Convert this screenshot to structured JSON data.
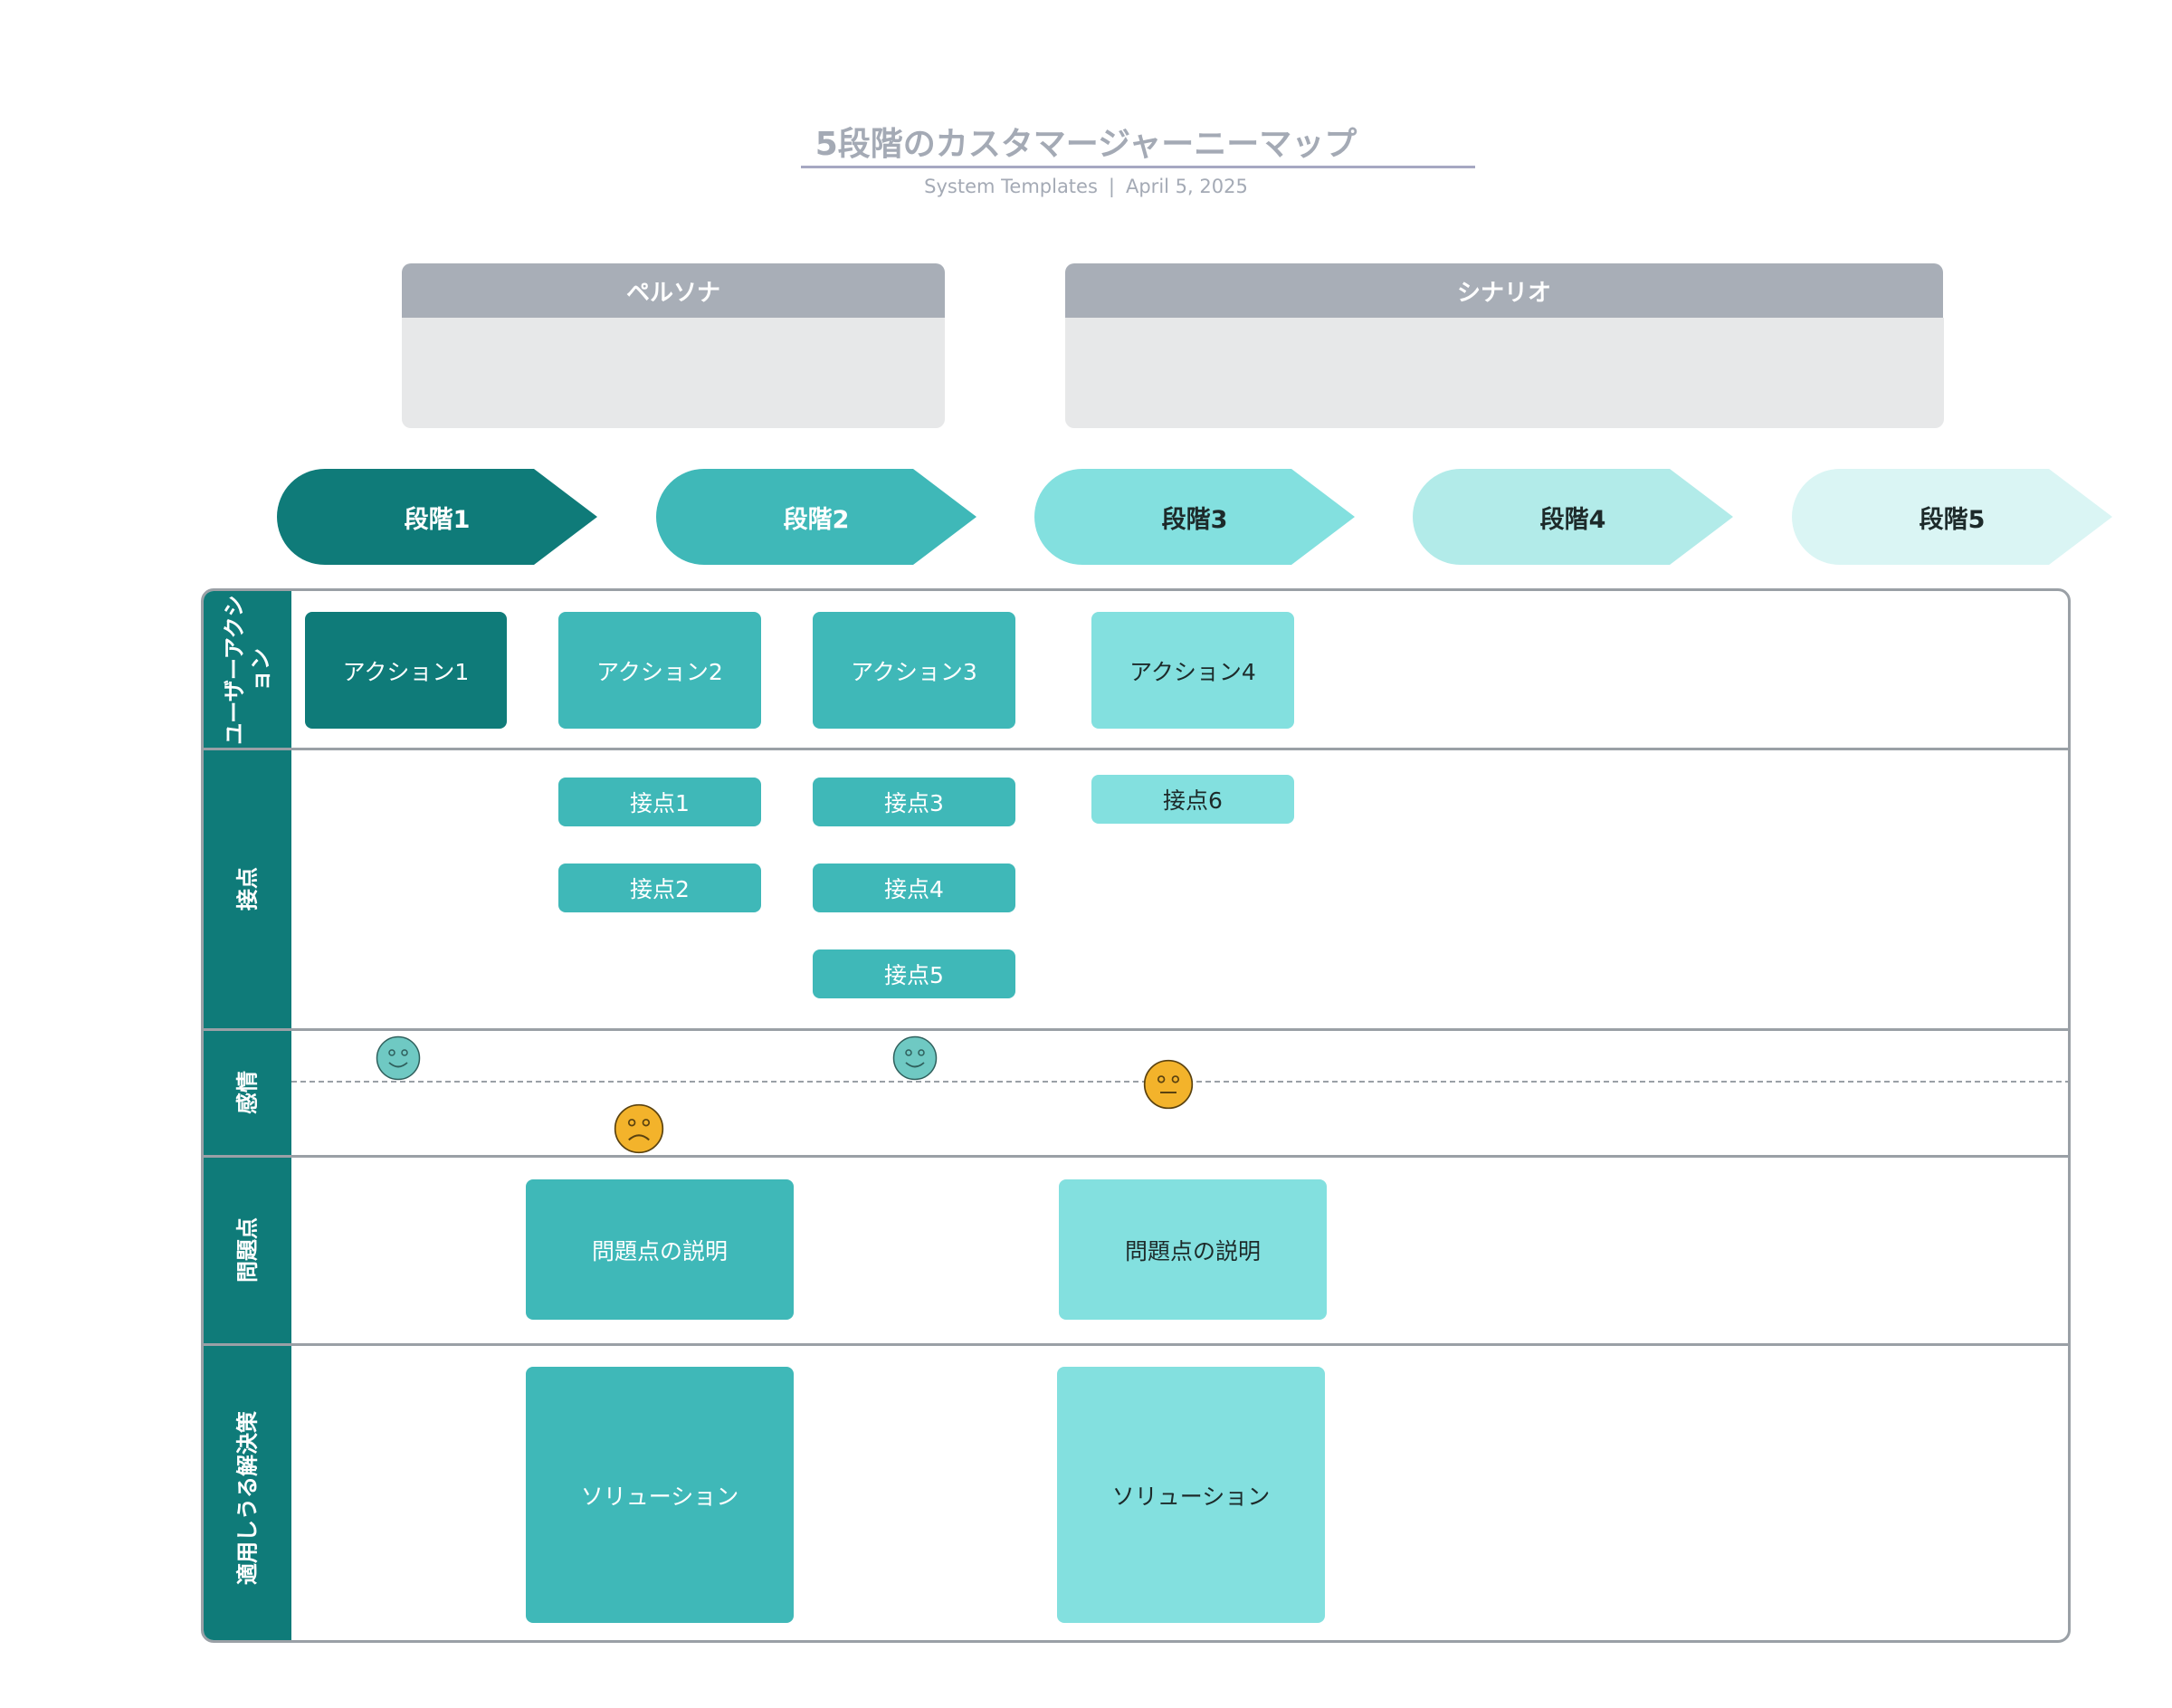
{
  "header": {
    "title": "5段階のカスタマージャーニーマップ",
    "author": "System Templates",
    "separator": "|",
    "date": "April 5, 2025"
  },
  "panels": {
    "persona": "ペルソナ",
    "scenario": "シナリオ"
  },
  "stages": [
    "段階1",
    "段階2",
    "段階3",
    "段階4",
    "段階5"
  ],
  "lanes": {
    "user_actions": "ユーザーアクション",
    "touchpoints": "接点",
    "emotions": "感情",
    "pain_points": "問題点",
    "solutions": "適用しうる解決策"
  },
  "actions": [
    "アクション1",
    "アクション2",
    "アクション3",
    "アクション4"
  ],
  "touchpoints": [
    "接点1",
    "接点2",
    "接点3",
    "接点4",
    "接点5",
    "接点6"
  ],
  "emotions": [
    {
      "stage": 1,
      "mood": "happy",
      "icon": "smile-face-icon"
    },
    {
      "stage": 2,
      "mood": "sad",
      "icon": "frown-face-icon"
    },
    {
      "stage": 2,
      "mood": "happy",
      "icon": "smile-face-icon"
    },
    {
      "stage": 3,
      "mood": "neutral",
      "icon": "neutral-face-icon"
    }
  ],
  "pain_points": [
    "問題点の説明",
    "問題点の説明"
  ],
  "solutions": [
    "ソリューション",
    "ソリューション"
  ],
  "colors": {
    "dark_teal": "#0f7b79",
    "teal": "#3fb8b8",
    "light_teal": "#83e0df",
    "pale_teal": "#b2ebe9",
    "palest_teal": "#daf5f4",
    "header_gray": "#a8aeb7",
    "panel_gray": "#e7e8e9",
    "happy_face": "#6fc9c3",
    "unhappy_face": "#f3b32b"
  }
}
